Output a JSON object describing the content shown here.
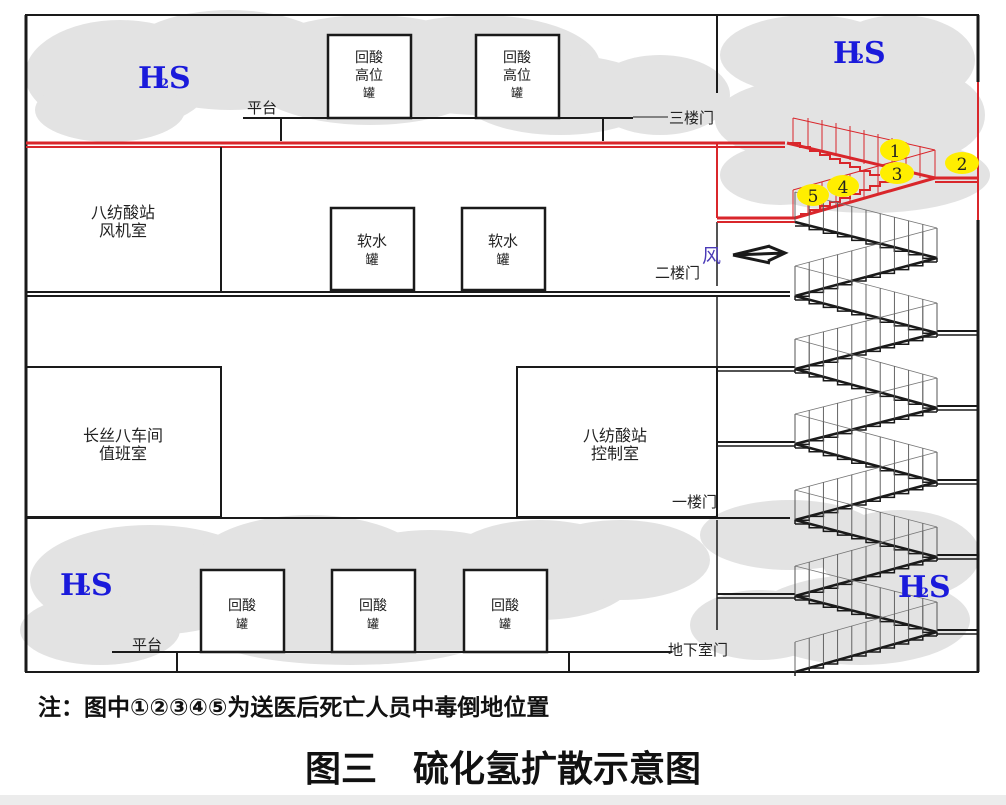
{
  "diagram": {
    "title": "图三",
    "subtitle": "硫化氢扩散示意图",
    "note": "注：图中①②③④⑤为送医后死亡人员中毒倒地位置",
    "gas_label": "H₂S",
    "gas_label_h": "H",
    "gas_label_sub": "2",
    "gas_label_s": "S",
    "colors": {
      "gas_cloud": "#e3e3e3",
      "gas_text": "#1a1adb",
      "contaminated_path": "#d9262b",
      "victim_marker": "#ffee00",
      "wall": "#1a1a1a",
      "wind_text": "#4b3bb8"
    },
    "rooms": {
      "fan_room": [
        "八纺酸站",
        "风机室"
      ],
      "duty_room": [
        "长丝八车间",
        "值班室"
      ],
      "control_room": [
        "八纺酸站",
        "控制室"
      ]
    },
    "tanks": {
      "high_tank_1": [
        "回酸",
        "高位",
        "罐"
      ],
      "high_tank_2": [
        "回酸",
        "高位",
        "罐"
      ],
      "soft_water_1": [
        "软水",
        "罐"
      ],
      "soft_water_2": [
        "软水",
        "罐"
      ],
      "return_tank_1": [
        "回酸",
        "罐"
      ],
      "return_tank_2": [
        "回酸",
        "罐"
      ],
      "return_tank_3": [
        "回酸",
        "罐"
      ]
    },
    "labels": {
      "platform_top": "平台",
      "platform_bottom": "平台",
      "door_3f": "三楼门",
      "door_2f": "二楼门",
      "door_1f": "一楼门",
      "door_basement": "地下室门",
      "wind": "风"
    },
    "victims": [
      "1",
      "2",
      "3",
      "4",
      "5"
    ]
  }
}
